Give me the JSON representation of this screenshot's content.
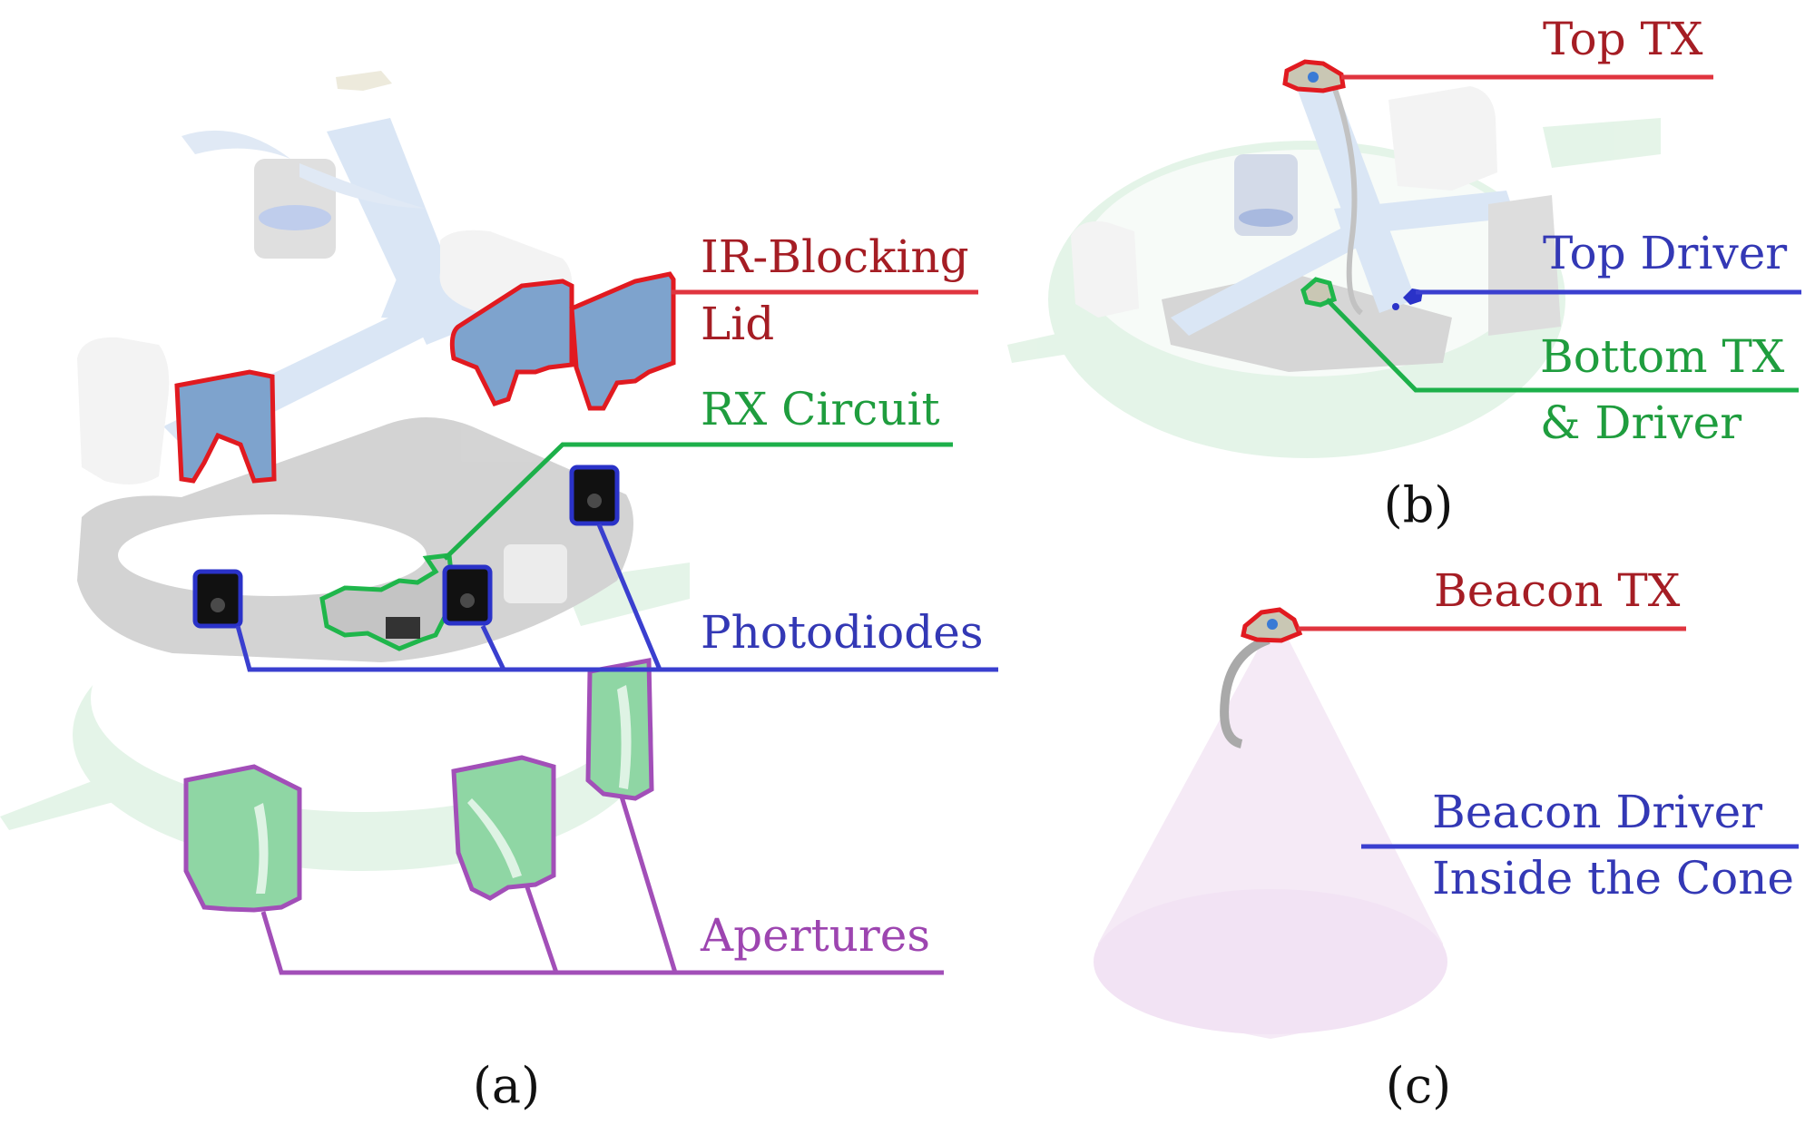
{
  "colors": {
    "red_label": "#a51d24",
    "red_line": "#e0353f",
    "red_outline": "#e11a20",
    "green_label": "#1f9d3e",
    "green_line": "#1db04a",
    "blue_label": "#3338b5",
    "blue_line": "#3a3fcf",
    "purple_label": "#9d45b0",
    "purple_line": "#a24fb8",
    "part_blue": "#7ea3cd",
    "aperture_green": "#8fd6a4",
    "ring_green": "#e2f3e6",
    "cone_pink": "#f5eaf6",
    "board_gray": "#c9c9c9"
  },
  "panels": {
    "a": {
      "caption": "(a)",
      "labels": {
        "ir_blocking_line1": "IR-Blocking",
        "ir_blocking_line2": "Lid",
        "rx_circuit": "RX Circuit",
        "photodiodes": "Photodiodes",
        "apertures": "Apertures"
      }
    },
    "b": {
      "caption": "(b)",
      "labels": {
        "top_tx": "Top TX",
        "top_driver": "Top Driver",
        "bottom_tx_line1": "Bottom TX",
        "bottom_tx_line2": "& Driver"
      }
    },
    "c": {
      "caption": "(c)",
      "labels": {
        "beacon_tx": "Beacon TX",
        "beacon_driver_line1": "Beacon Driver",
        "beacon_driver_line2": "Inside the Cone"
      }
    }
  }
}
